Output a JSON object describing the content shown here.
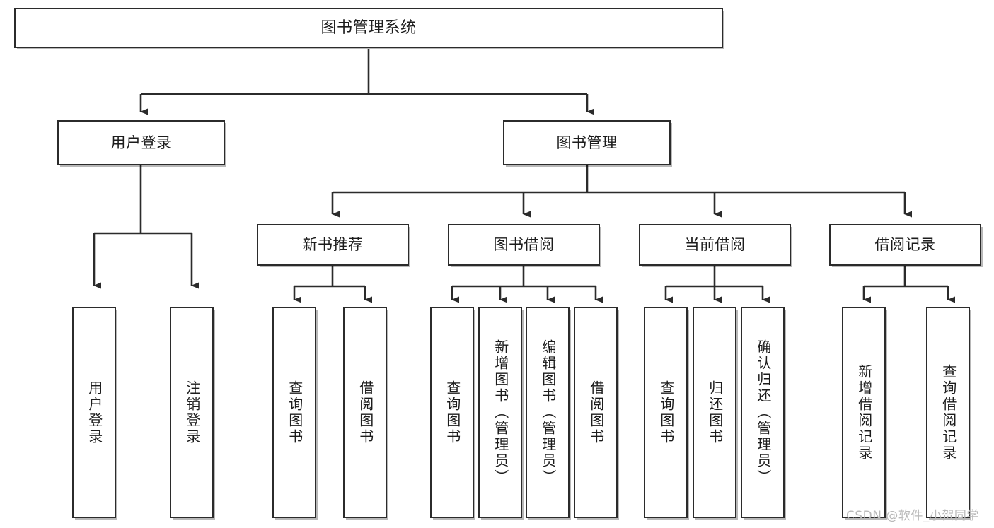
{
  "diagram": {
    "title": "图书管理系统",
    "type": "tree-hierarchy",
    "watermark": "CSDN @软件_小贺同学",
    "colors": {
      "box_border": "#2b2b2b",
      "box_fill": "#ffffff",
      "line": "#2b2b2b",
      "text": "#1c1c1c",
      "watermark": "#b9b9b9"
    },
    "nodes": {
      "root": {
        "label": "图书管理系统"
      },
      "level2": [
        {
          "label": "用户登录"
        },
        {
          "label": "图书管理"
        }
      ],
      "level3": [
        {
          "label": "新书推荐"
        },
        {
          "label": "图书借阅"
        },
        {
          "label": "当前借阅"
        },
        {
          "label": "借阅记录"
        }
      ],
      "leaves": {
        "user_login": [
          {
            "label": "用户登录"
          },
          {
            "label": "注销登录"
          }
        ],
        "new_book_recommend": [
          {
            "label": "查询图书"
          },
          {
            "label": "借阅图书"
          }
        ],
        "book_borrow": [
          {
            "label": "查询图书"
          },
          {
            "label": "新增图书（管理员）"
          },
          {
            "label": "编辑图书（管理员）"
          },
          {
            "label": "借阅图书"
          }
        ],
        "current_borrow": [
          {
            "label": "查询图书"
          },
          {
            "label": "归还图书"
          },
          {
            "label": "确认归还（管理员）"
          }
        ],
        "borrow_record": [
          {
            "label": "新增借阅记录"
          },
          {
            "label": "查询借阅记录"
          }
        ]
      }
    }
  }
}
